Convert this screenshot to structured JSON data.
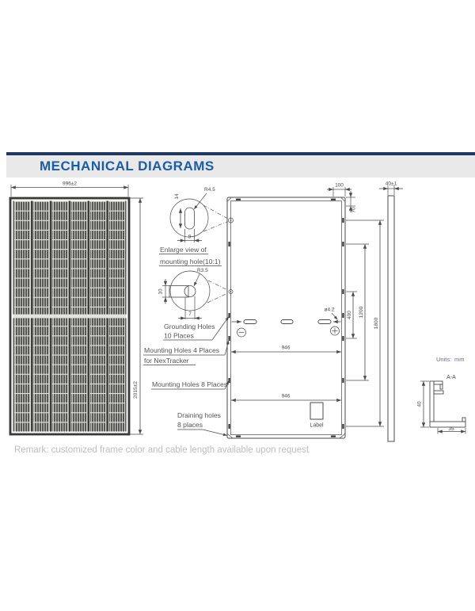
{
  "header": {
    "title": "MECHANICAL DIAGRAMS"
  },
  "front_view": {
    "width_dim": "996±2",
    "height_dim": "2015±2"
  },
  "detail_mounting": {
    "caption_line1": "Enlarge view of",
    "caption_line2": "mounting hole(10:1)",
    "radius_label": "R4.5",
    "slot_length": "14",
    "slot_width": "9"
  },
  "detail_grounding": {
    "radius_label": "R3.5",
    "slot_length": "10",
    "slot_width": "7"
  },
  "back_view": {
    "corner_offset_dim": "100",
    "edge_offset_dim": "70",
    "hole_diameter": "ø4.2",
    "spacing_short": "400",
    "spacing_mid": "1200",
    "spacing_long": "1800",
    "inner_width_upper": "946",
    "inner_width_lower": "946",
    "label_box_text": "Label"
  },
  "callouts": {
    "grounding_line1": "Grounding Holes",
    "grounding_line2": "10 Places",
    "mounting4_line1": "Mounting Holes 4 Places",
    "mounting4_line2": "for NexTracker",
    "mounting8": "Mounting Holes 8 Places",
    "draining_line1": "Draining holes",
    "draining_line2": "8 places"
  },
  "side_view": {
    "thickness_dim": "40±1"
  },
  "section_view": {
    "name": "A-A",
    "height_dim": "40",
    "width_dim": "35"
  },
  "units_note": {
    "label": "Units:",
    "value": "mm"
  },
  "remark": "Remark: customized frame color and cable length available upon request",
  "colors": {
    "navy_rule": "#1F3864",
    "title_blue": "#1A5CA8",
    "band_gray": "#E9E9E9",
    "units_purple": "#7B5EA7",
    "remark_gray": "#BDBDBD",
    "line_gray": "#4A4A4A"
  }
}
